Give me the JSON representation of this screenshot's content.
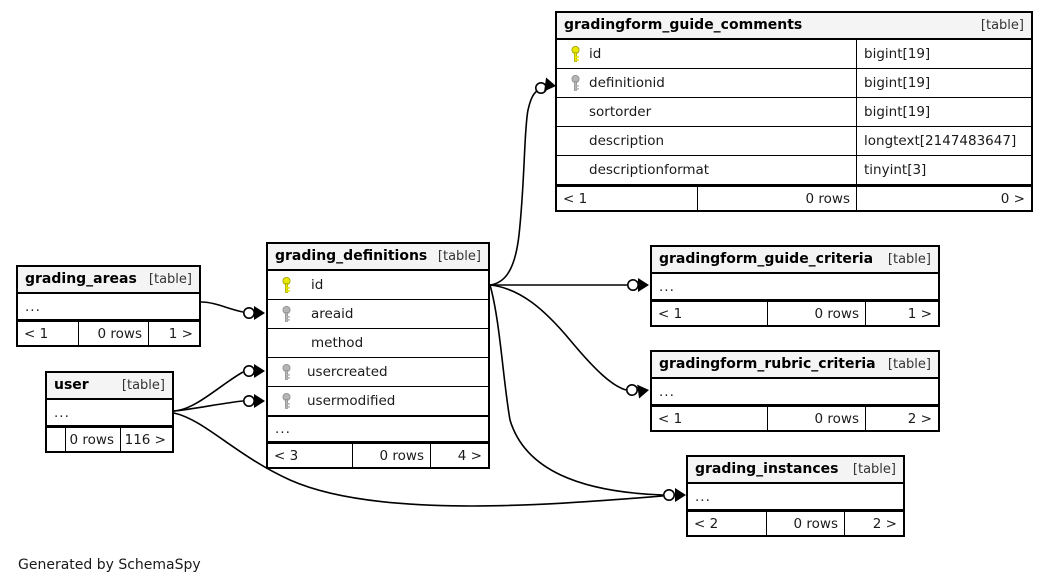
{
  "diagram": {
    "generator_note": "Generated by SchemaSpy",
    "table_tag": "[table]",
    "rows_label": "0 rows",
    "ellipsis": "...",
    "colors": {
      "primary_key": "#e8e800",
      "foreign_key": "#b0b0b0",
      "header_bg": "#f4f4f4",
      "border": "#000000",
      "background": "#ffffff"
    }
  },
  "tables": {
    "gradingform_guide_comments": {
      "name": "gradingform_guide_comments",
      "tag": "[table]",
      "columns": [
        {
          "name": "id",
          "type": "bigint[19]",
          "key": "primary"
        },
        {
          "name": "definitionid",
          "type": "bigint[19]",
          "key": "foreign"
        },
        {
          "name": "sortorder",
          "type": "bigint[19]",
          "key": "none"
        },
        {
          "name": "description",
          "type": "longtext[2147483647]",
          "key": "none"
        },
        {
          "name": "descriptionformat",
          "type": "tinyint[3]",
          "key": "none"
        }
      ],
      "footer": {
        "left": "< 1",
        "middle": "0 rows",
        "right": "0 >"
      }
    },
    "grading_definitions": {
      "name": "grading_definitions",
      "tag": "[table]",
      "columns": [
        {
          "name": "id",
          "type": "",
          "key": "primary"
        },
        {
          "name": "areaid",
          "type": "",
          "key": "foreign"
        },
        {
          "name": "method",
          "type": "",
          "key": "none"
        },
        {
          "name": "usercreated",
          "type": "",
          "key": "foreign"
        },
        {
          "name": "usermodified",
          "type": "",
          "key": "foreign"
        }
      ],
      "more": "...",
      "footer": {
        "left": "< 3",
        "middle": "0 rows",
        "right": "4 >"
      }
    },
    "grading_areas": {
      "name": "grading_areas",
      "tag": "[table]",
      "more": "...",
      "footer": {
        "left": "< 1",
        "middle": "0 rows",
        "right": "1 >"
      }
    },
    "user": {
      "name": "user",
      "tag": "[table]",
      "more": "...",
      "footer": {
        "left": "",
        "middle": "0 rows",
        "right": "116 >"
      }
    },
    "gradingform_guide_criteria": {
      "name": "gradingform_guide_criteria",
      "tag": "[table]",
      "more": "...",
      "footer": {
        "left": "< 1",
        "middle": "0 rows",
        "right": "1 >"
      }
    },
    "gradingform_rubric_criteria": {
      "name": "gradingform_rubric_criteria",
      "tag": "[table]",
      "more": "...",
      "footer": {
        "left": "< 1",
        "middle": "0 rows",
        "right": "2 >"
      }
    },
    "grading_instances": {
      "name": "grading_instances",
      "tag": "[table]",
      "more": "...",
      "footer": {
        "left": "< 2",
        "middle": "0 rows",
        "right": "2 >"
      }
    }
  },
  "relationships": [
    {
      "from": "grading_definitions.id",
      "to": "gradingform_guide_comments.definitionid"
    },
    {
      "from": "grading_definitions.id",
      "to": "gradingform_guide_criteria"
    },
    {
      "from": "grading_definitions.id",
      "to": "gradingform_rubric_criteria"
    },
    {
      "from": "grading_definitions.id",
      "to": "grading_instances"
    },
    {
      "from": "grading_areas",
      "to": "grading_definitions.areaid"
    },
    {
      "from": "user",
      "to": "grading_definitions.usercreated"
    },
    {
      "from": "user",
      "to": "grading_definitions.usermodified"
    },
    {
      "from": "user",
      "to": "grading_instances"
    }
  ]
}
